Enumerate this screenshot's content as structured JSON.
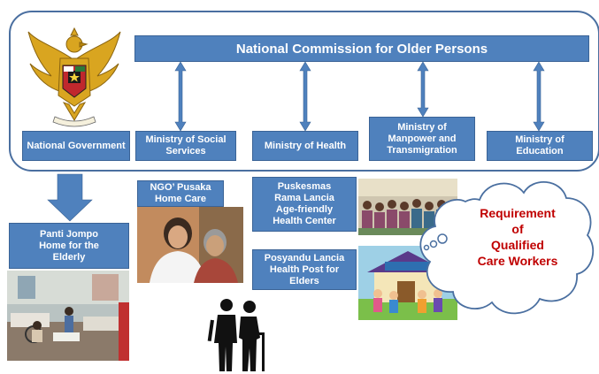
{
  "commission": {
    "label": "National Commission for Older Persons"
  },
  "ministries": [
    {
      "id": "national-government",
      "label": "National Government"
    },
    {
      "id": "social-services",
      "label": "Ministry of Social Services"
    },
    {
      "id": "health",
      "label": "Ministry of Health"
    },
    {
      "id": "manpower",
      "label": "Ministry of Manpower and Transmigration"
    },
    {
      "id": "education",
      "label": "Ministry of Education"
    }
  ],
  "services": {
    "panti_jompo": "Panti Jompo Home for the Elderly",
    "ngo_pusaka": "NGO’ Pusaka Home Care",
    "puskesmas": "Puskesmas Rama Lancia Age-friendly Health Center",
    "posyandu": "Posyandu Lancia Health Post for Elders"
  },
  "cloud": {
    "line1": "Requirement",
    "line2": "of",
    "line3": "Qualified",
    "line4": "Care Workers"
  },
  "colors": {
    "box": "#4f81bd",
    "frame": "#4a6fa0",
    "arrow": "#4f81bd",
    "cloud_text": "#c00000"
  },
  "icons": {
    "emblem": "garuda-emblem-icon",
    "elderly": "elderly-couple-icon"
  }
}
